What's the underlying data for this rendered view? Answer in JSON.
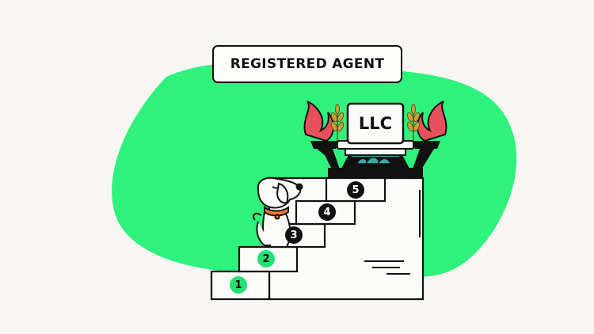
{
  "title": "REGISTERED AGENT",
  "badge": "LLC",
  "steps": [
    "1",
    "2",
    "3",
    "4",
    "5"
  ],
  "colors": {
    "background": "#f7f6f3",
    "blob": "#2ef27c",
    "step_green": "#22e272",
    "step_dark": "#111111",
    "flame": "#e8505b",
    "wheat": "#c9a23a",
    "lotus": "#36a9a0",
    "dog_collar": "#f07a2b"
  },
  "icons": [
    "dog-illustration",
    "torch-icon",
    "wheat-icon",
    "lotus-icon",
    "pedestal-icon"
  ]
}
